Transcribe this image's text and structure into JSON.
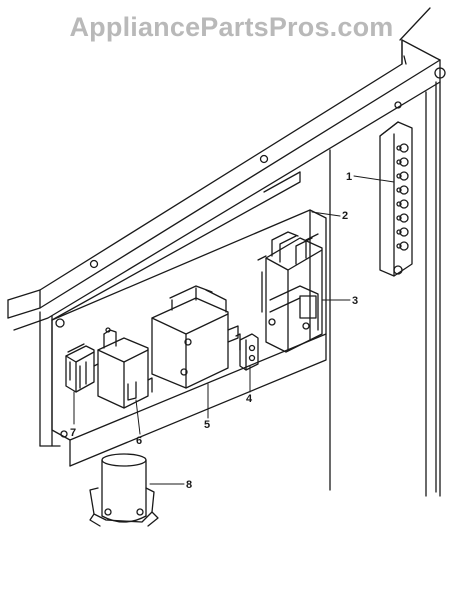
{
  "watermark": "AppliancePartsPros.com",
  "callouts": {
    "c1": "1",
    "c2": "2",
    "c3": "3",
    "c4": "4",
    "c5": "5",
    "c6": "6",
    "c7": "7",
    "c8": "8"
  },
  "colors": {
    "line": "#1a1a1a",
    "watermark": "#b9b9b9"
  }
}
